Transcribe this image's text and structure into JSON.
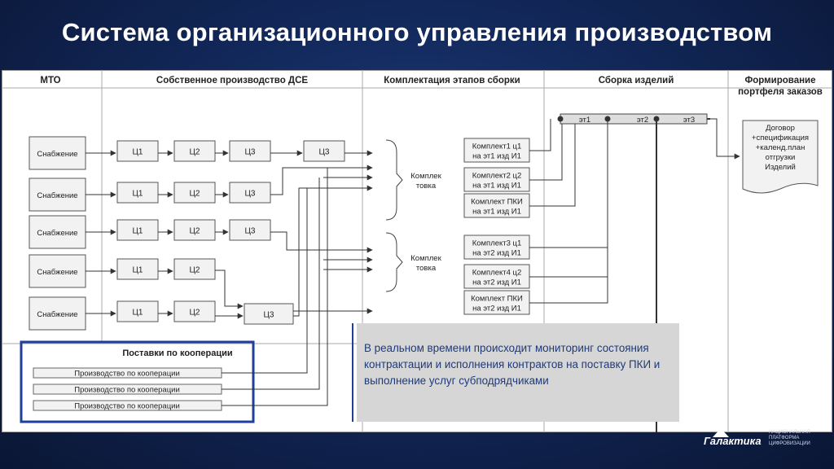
{
  "title": "Система организационного управления производством",
  "columns": [
    "МТО",
    "Собственное производство ДСЕ",
    "Комплектация этапов сборки",
    "Сборка изделий",
    "Формирование портфеля заказов"
  ],
  "rows": [
    {
      "supply": "Снабжение",
      "c1": "Ц1",
      "c2": "Ц2",
      "c3": "Ц3",
      "c3b": "Ц3"
    },
    {
      "supply": "Снабжение",
      "c1": "Ц1",
      "c2": "Ц2",
      "c3": "Ц3"
    },
    {
      "supply": "Снабжение",
      "c1": "Ц1",
      "c2": "Ц2",
      "c3": "Ц3"
    },
    {
      "supply": "Снабжение",
      "c1": "Ц1",
      "c2": "Ц2"
    },
    {
      "supply": "Снабжение",
      "c1": "Ц1",
      "c2": "Ц2",
      "c3": "Ц3"
    }
  ],
  "brackets": [
    "Комплек\nтовка",
    "Комплек\nтовка"
  ],
  "kits": [
    "Комплект1 ц1\nна эт1 изд И1",
    "Комплект2 ц2\nна эт1 изд И1",
    "Комплект ПКИ\nна эт1 изд И1",
    "Комплект3 ц1\nна эт2 изд И1",
    "Комплект4 ц2\nна эт2 изд И1",
    "Комплект ПКИ\nна эт2 изд И1"
  ],
  "stages": [
    "эт1",
    "эт2",
    "эт3"
  ],
  "order_doc": "Договор\n+спецификация\n+календ.план\nотгрузки\nИзделий",
  "cooperation": {
    "title": "Поставки по кооперации",
    "items": [
      "Производство по кооперации",
      "Производство по кооперации",
      "Производство по кооперации"
    ]
  },
  "monitoring_text": "В реальном времени происходит мониторинг состояния контрактации и исполнения контрактов на поставку ПКИ и выполнение услуг субподрядчиками",
  "logo": {
    "name": "Галактика",
    "sub": "НАЦИОНАЛЬНАЯ ПЛАТФОРМА ЦИФРОВИЗАЦИИ"
  },
  "colors": {
    "accent_blue": "#1f3f9a",
    "background": "#12285a"
  }
}
